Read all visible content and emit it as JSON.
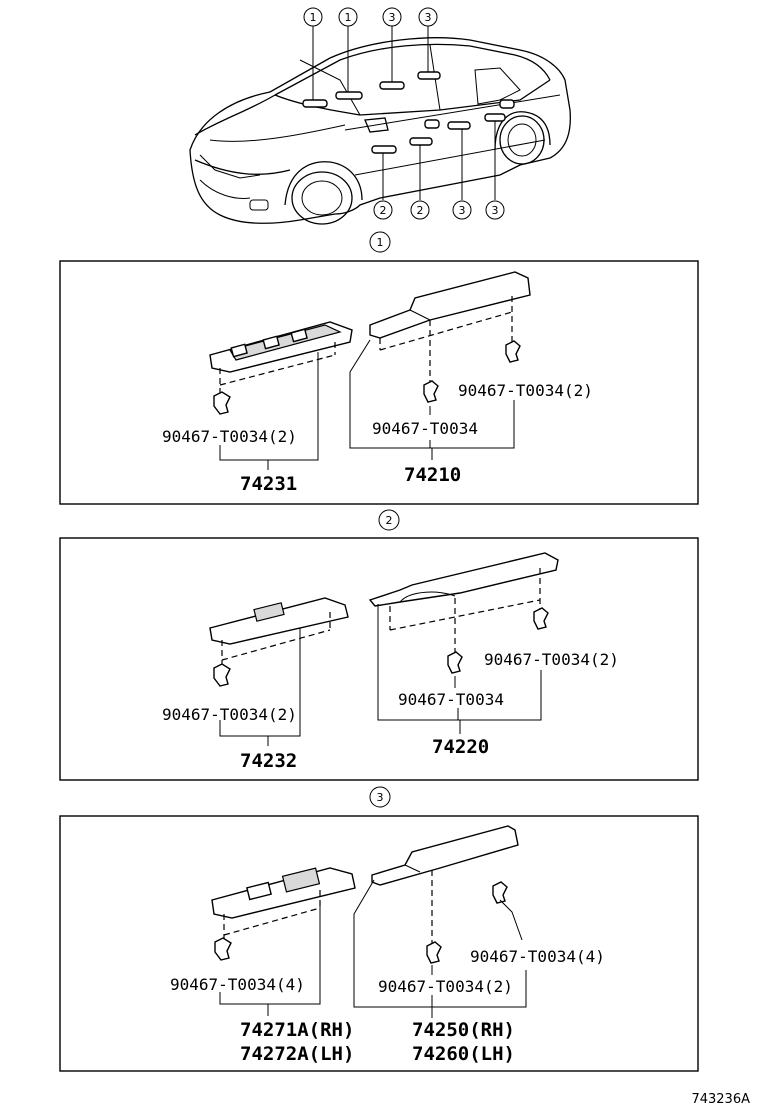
{
  "callouts": {
    "car_top": [
      "1",
      "1",
      "3",
      "3"
    ],
    "car_bottom": [
      "2",
      "2",
      "3",
      "3"
    ],
    "section_1": "1",
    "section_2": "2",
    "section_3": "3"
  },
  "section1": {
    "clip_left": "90467-T0034(2)",
    "part_left": "74231",
    "clip_mid": "90467-T0034",
    "clip_right": "90467-T0034(2)",
    "part_right": "74210"
  },
  "section2": {
    "clip_left": "90467-T0034(2)",
    "part_left": "74232",
    "clip_mid": "90467-T0034",
    "clip_right": "90467-T0034(2)",
    "part_right": "74220"
  },
  "section3": {
    "clip_left": "90467-T0034(4)",
    "part_left_1": "74271A(RH)",
    "part_left_2": "74272A(LH)",
    "clip_mid": "90467-T0034(2)",
    "clip_right": "90467-T0034(4)",
    "part_right_1": "74250(RH)",
    "part_right_2": "74260(LH)"
  },
  "figure_id": "743236A"
}
